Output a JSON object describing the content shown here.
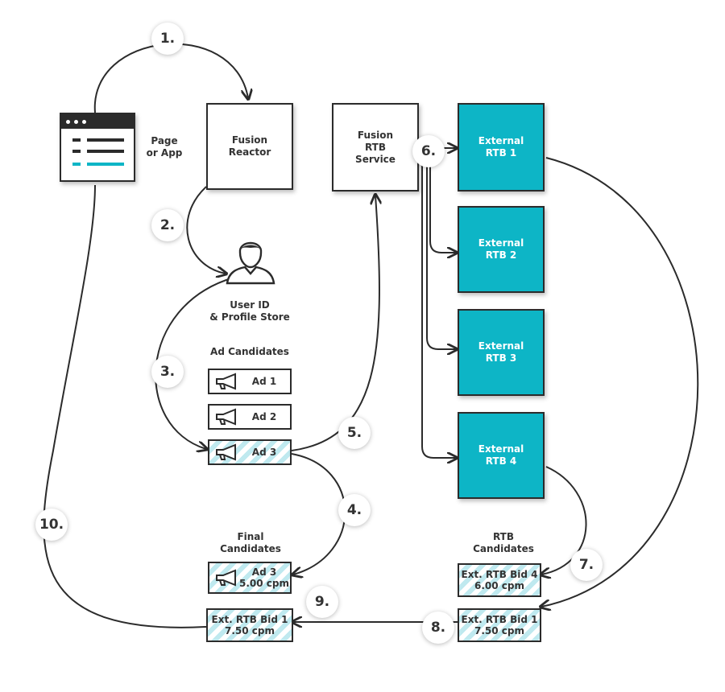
{
  "colors": {
    "accent": "#0db5c6",
    "stroke": "#2b2b2b",
    "stripe": "#bfe9ef"
  },
  "labels": {
    "page_or_app": "Page\nor App",
    "user_id": "User ID\n& Profile Store",
    "ad_candidates": "Ad Candidates",
    "final_candidates": "Final\nCandidates",
    "rtb_candidates": "RTB\nCandidates"
  },
  "boxes": {
    "fusion_reactor": "Fusion\nReactor",
    "fusion_rtb_service": "Fusion\nRTB\nService",
    "external_rtb_1": "External\nRTB 1",
    "external_rtb_2": "External\nRTB 2",
    "external_rtb_3": "External\nRTB 3",
    "external_rtb_4": "External\nRTB 4"
  },
  "ads": {
    "ad1": "Ad 1",
    "ad2": "Ad 2",
    "ad3": "Ad 3",
    "final_ad3": "Ad 3\n5.00 cpm",
    "final_ext_bid1": "Ext. RTB Bid 1\n7.50 cpm",
    "rtb_bid4": "Ext. RTB Bid 4\n6.00 cpm",
    "rtb_bid1": "Ext. RTB Bid 1\n7.50 cpm"
  },
  "steps": {
    "s1": "1.",
    "s2": "2.",
    "s3": "3.",
    "s4": "4.",
    "s5": "5.",
    "s6": "6.",
    "s7": "7.",
    "s8": "8.",
    "s9": "9.",
    "s10": "10."
  },
  "icons": {
    "browser": "browser-window-icon",
    "user": "user-profile-icon",
    "megaphone": "megaphone-icon"
  }
}
